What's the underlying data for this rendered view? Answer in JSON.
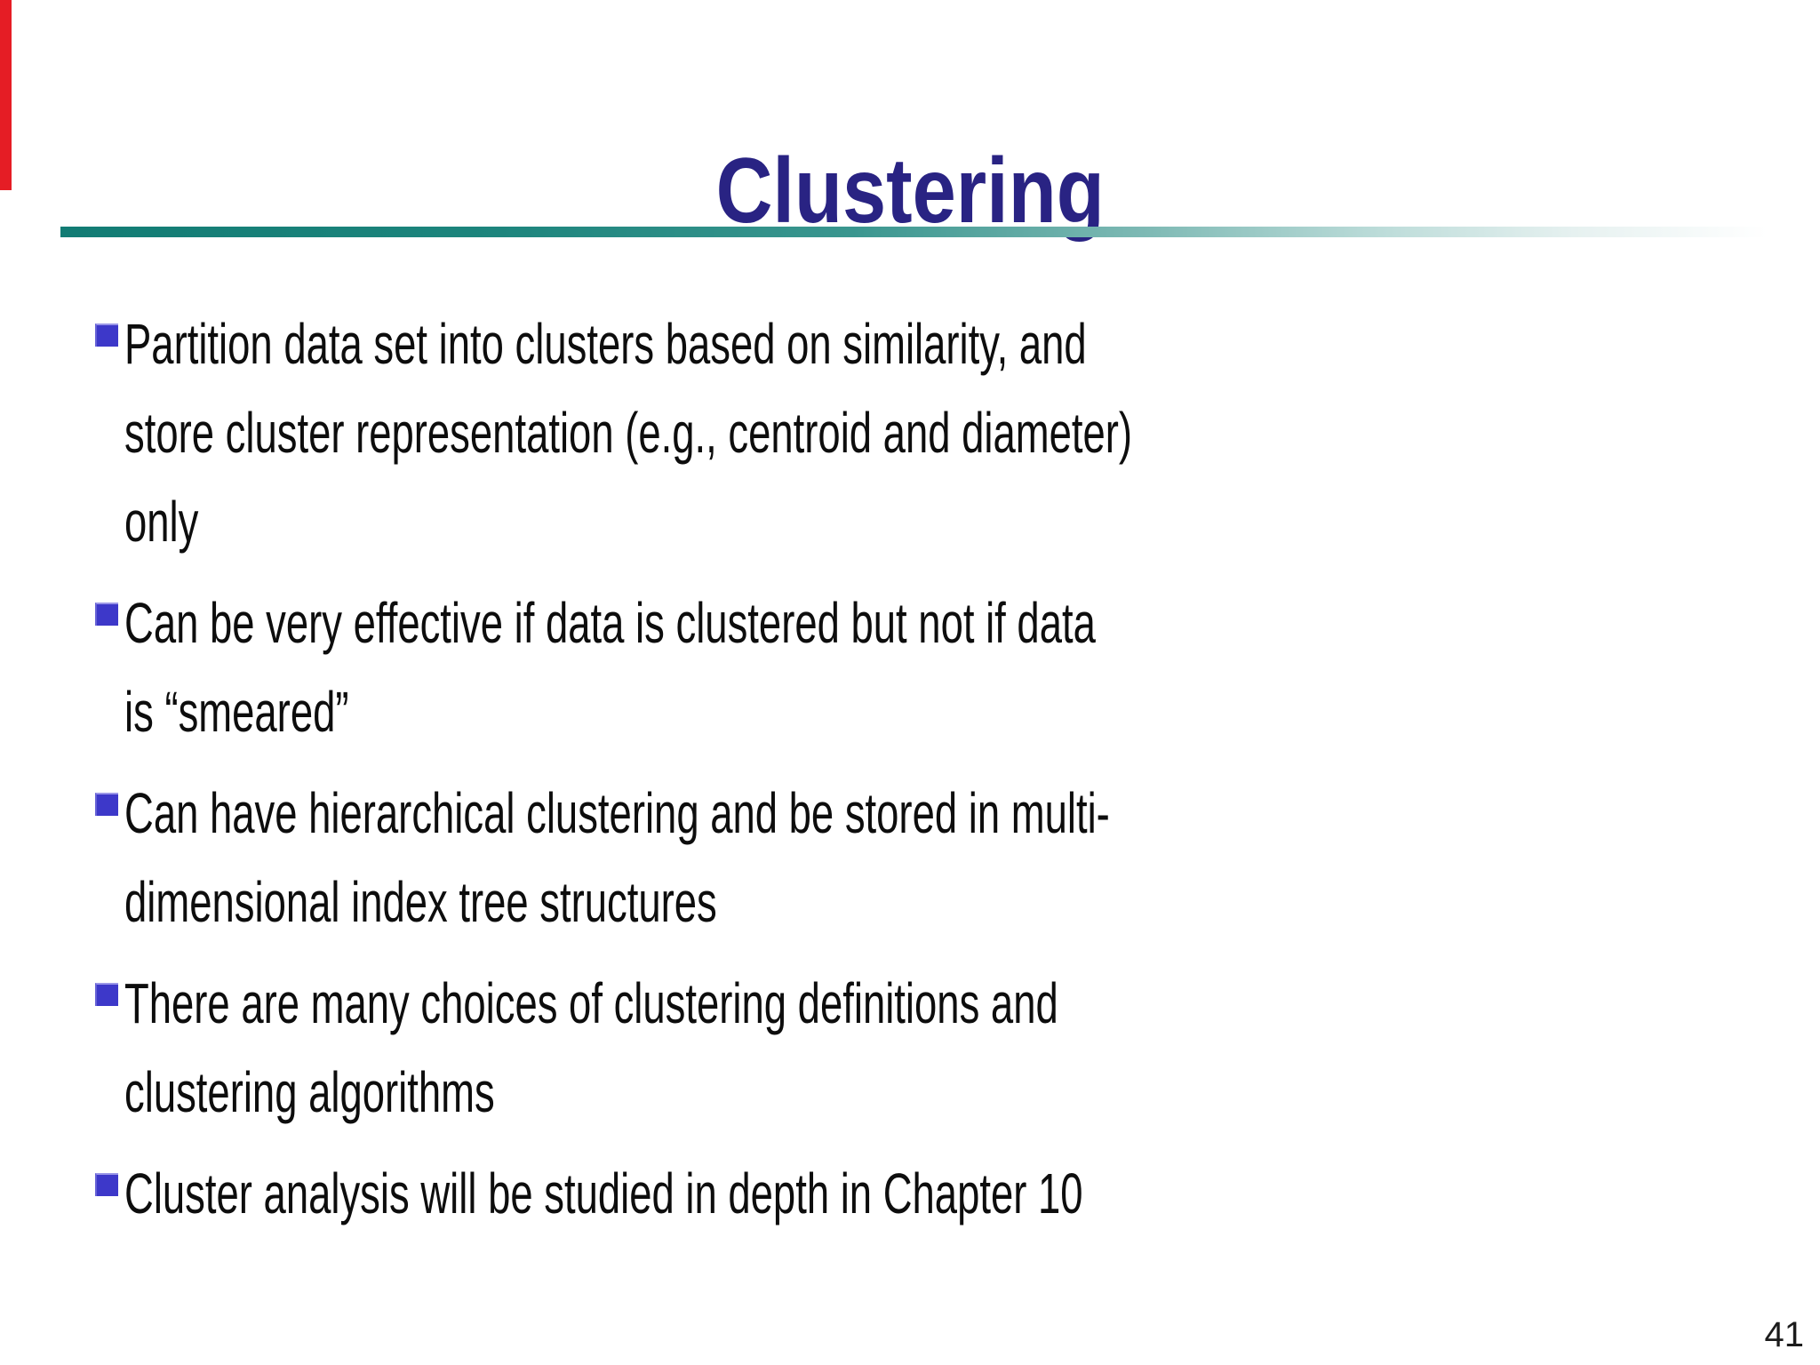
{
  "slide": {
    "title": "Clustering",
    "bullets": [
      {
        "text": "Partition data set into clusters based on similarity, and\nstore cluster representation (e.g., centroid and diameter)\nonly"
      },
      {
        "text": "Can be very effective if data is clustered but not if data\nis “smeared”"
      },
      {
        "text": "Can have hierarchical clustering and be stored in multi-\ndimensional index tree structures"
      },
      {
        "text": "There are many choices of clustering definitions and\nclustering algorithms"
      },
      {
        "text": "Cluster analysis will be studied in depth in Chapter 10"
      }
    ],
    "page_number": "41"
  },
  "colors": {
    "background": "#ffffff",
    "title_text": "#292383",
    "body_text": "#0d0d0d",
    "bullet_marker": "#3d38c9",
    "rule_teal": "#127c74",
    "accent_red": "#e51d25"
  }
}
